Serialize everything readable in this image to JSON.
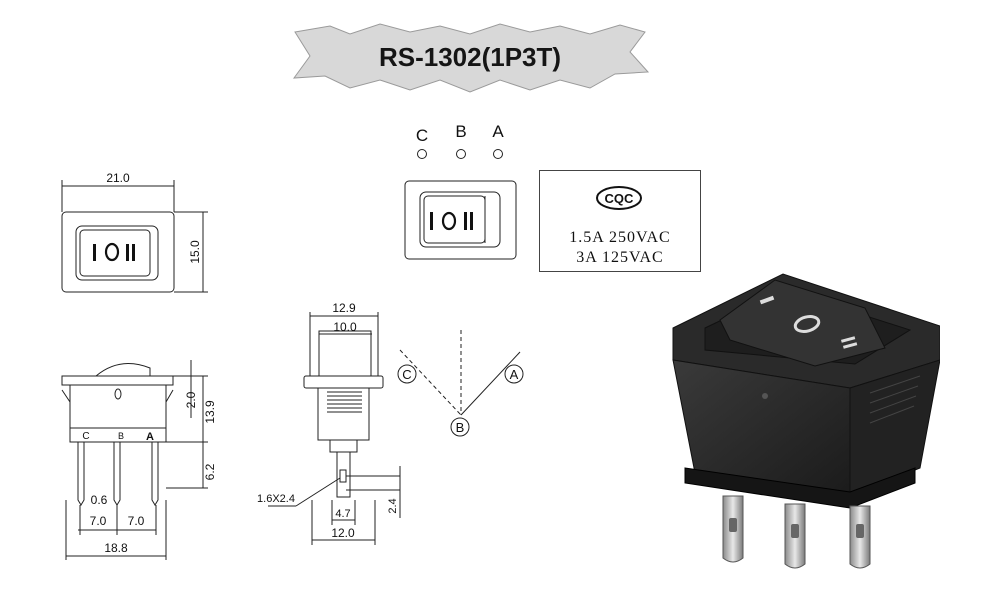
{
  "title": "RS-1302(1P3T)",
  "positions": [
    "C",
    "B",
    "A"
  ],
  "rocker_marks": "I O II",
  "certification": {
    "logo_text": "CQC",
    "ratings": [
      "1.5A 250VAC",
      "3A 125VAC"
    ]
  },
  "front_view": {
    "width": "21.0",
    "height": "15.0"
  },
  "side_view": {
    "total_width": "18.8",
    "pin_pitch_left": "7.0",
    "pin_pitch_right": "7.0",
    "pin_thickness": "0.6",
    "rocker_height": "2.0",
    "body_height": "13.9",
    "pin_length": "6.2",
    "pin_labels": [
      "C",
      "B",
      "A"
    ]
  },
  "end_view": {
    "top_width": "12.9",
    "rocker_width": "10.0",
    "bottom_width": "12.0",
    "terminal_width": "4.7",
    "terminal_hole": "1.6X2.4",
    "terminal_height": "2.4"
  },
  "angle_diagram": {
    "labels": [
      "C",
      "A",
      "B"
    ]
  },
  "colors": {
    "line": "#222222",
    "body": "#2b2b2b",
    "accent": "#111111"
  }
}
